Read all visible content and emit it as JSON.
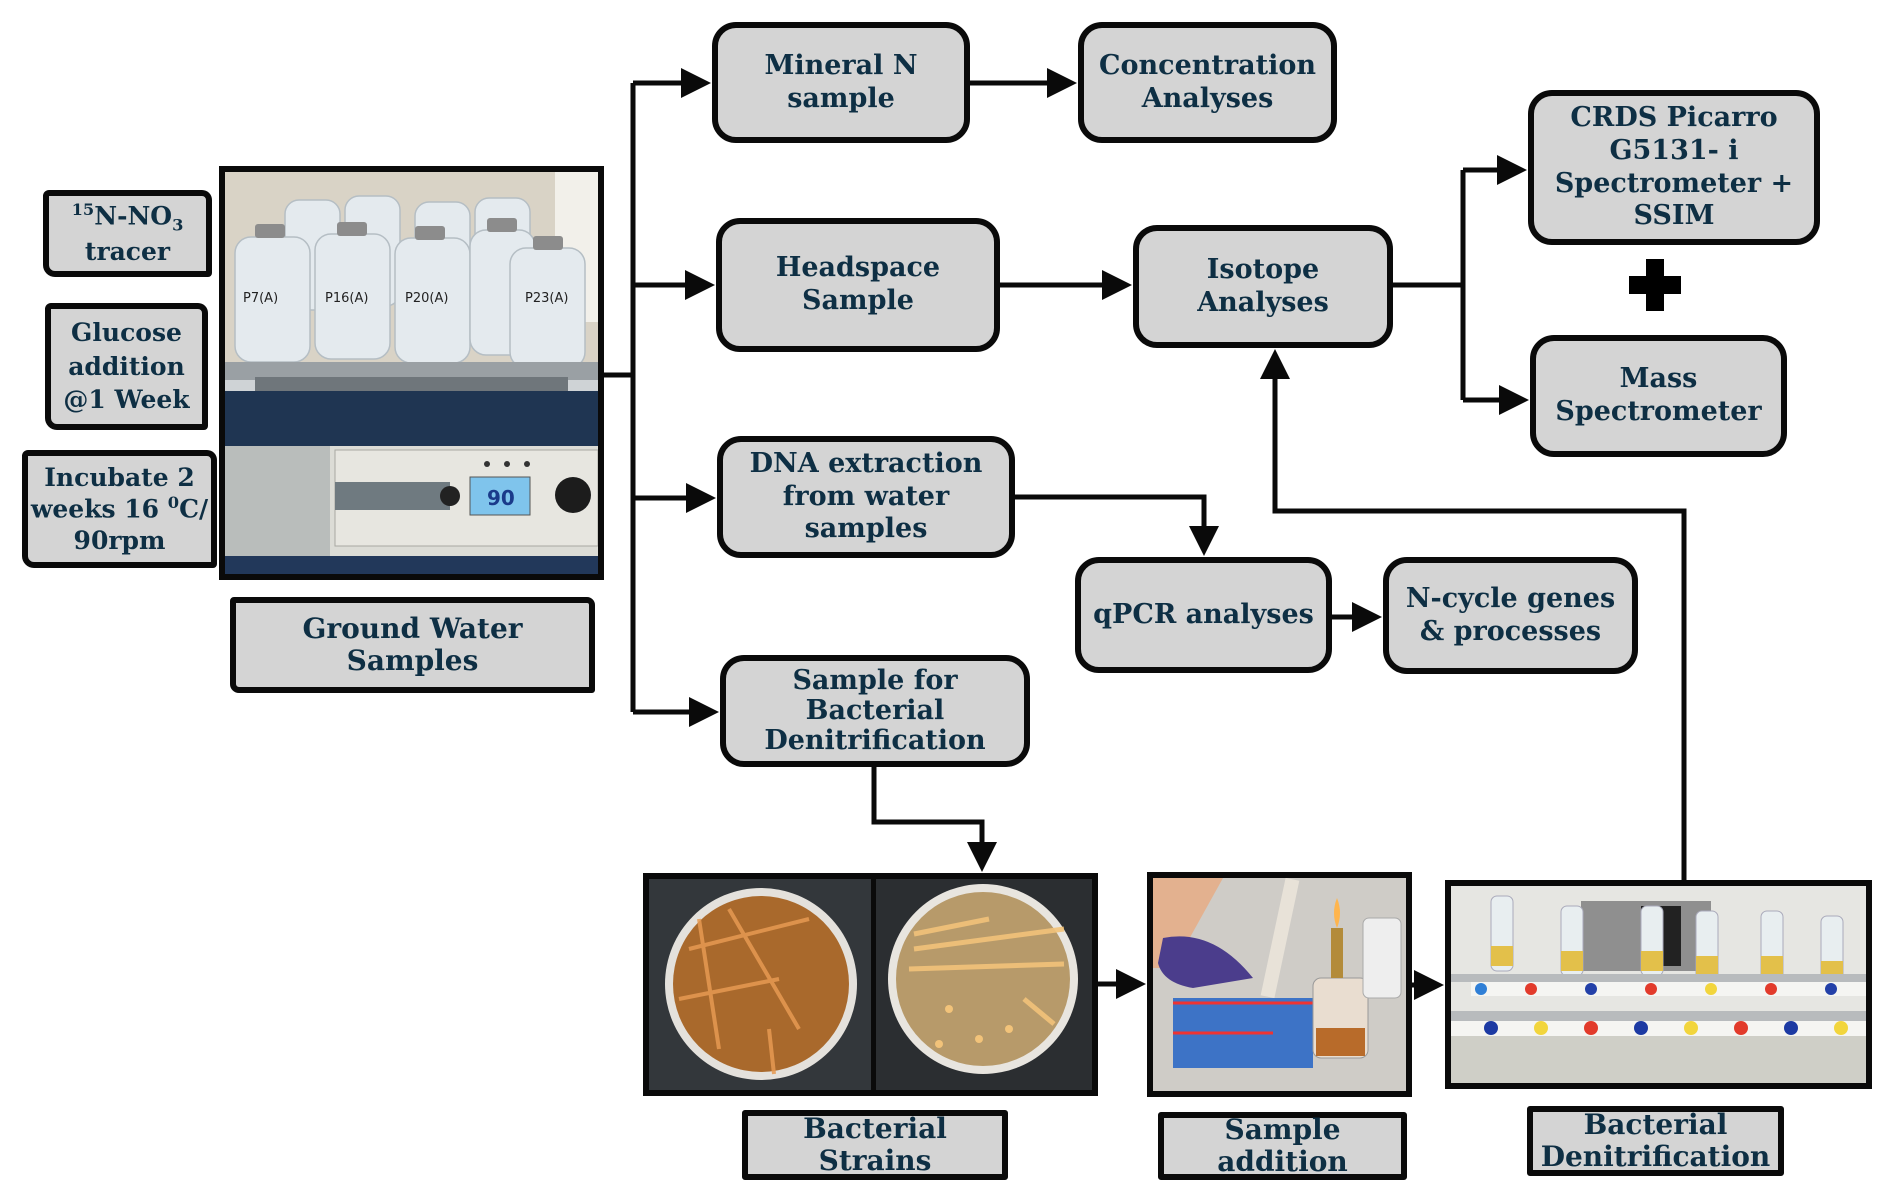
{
  "left_conditions": {
    "tracer": {
      "iso": "15",
      "main": "N-NO",
      "sub": "3",
      "line2": "tracer"
    },
    "glucose": [
      "Glucose",
      "addition",
      "@1 Week"
    ],
    "incubate": {
      "line1": "Incubate 2",
      "line2_pre": "weeks 16 ",
      "line2_sup": "0",
      "line2_post": "C/",
      "line3": "90rpm"
    }
  },
  "photos": {
    "groundwater": {
      "caption": [
        "Ground Water",
        "Samples"
      ],
      "bottle_labels": [
        "P7(A)",
        "P16(A)",
        "P20(A)",
        "P23(A)"
      ],
      "display_value": "90"
    },
    "bacterial_strains": {
      "caption": [
        "Bacterial",
        "Strains"
      ]
    },
    "sample_addition": {
      "caption": [
        "Sample",
        "addition"
      ]
    },
    "bacterial_denitrification": {
      "caption": [
        "Bacterial",
        "Denitrification"
      ]
    }
  },
  "nodes": {
    "mineral_n": [
      "Mineral N",
      "sample"
    ],
    "concentration": [
      "Concentration",
      "Analyses"
    ],
    "headspace": [
      "Headspace",
      "Sample"
    ],
    "isotope": [
      "Isotope",
      "Analyses"
    ],
    "crds": [
      "CRDS Picarro",
      "G5131- i",
      "Spectrometer +",
      "SSIM"
    ],
    "mass_spec": [
      "Mass",
      "Spectrometer"
    ],
    "dna": [
      "DNA extraction",
      "from water",
      "samples"
    ],
    "qpcr": [
      "qPCR analyses"
    ],
    "ncycle": [
      "N-cycle genes",
      "& processes"
    ],
    "bact_sample": [
      "Sample for",
      "Bacterial",
      "Denitrification"
    ]
  },
  "combine_symbol": "plus-icon",
  "colors": {
    "box_fill": "#d4d4d4",
    "text": "#0e2f44",
    "stroke": "#0a0a0a"
  }
}
